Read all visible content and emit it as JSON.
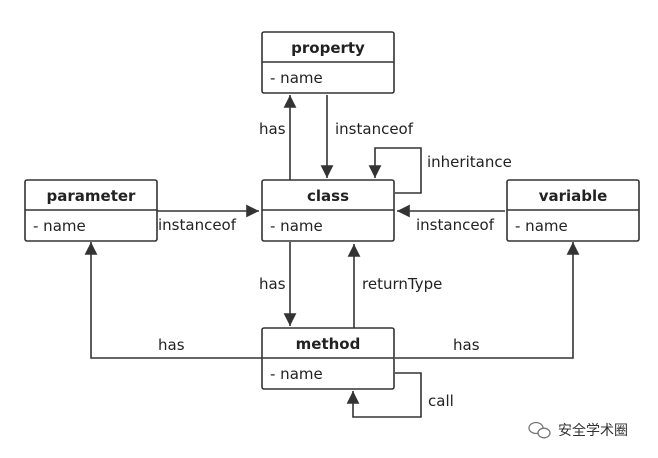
{
  "classes": {
    "property": {
      "title": "property",
      "attr": "- name"
    },
    "class": {
      "title": "class",
      "attr": "- name"
    },
    "parameter": {
      "title": "parameter",
      "attr": "- name"
    },
    "variable": {
      "title": "variable",
      "attr": "- name"
    },
    "method": {
      "title": "method",
      "attr": "- name"
    }
  },
  "edges": {
    "class_has_property": "has",
    "property_instanceof_class": "instanceof",
    "class_inheritance": "inheritance",
    "parameter_instanceof_class": "instanceof",
    "variable_instanceof_class": "instanceof",
    "class_has_method": "has",
    "method_returntype_class": "returnType",
    "method_has_parameter": "has",
    "method_has_variable": "has",
    "method_call": "call"
  },
  "watermark": {
    "text": "安全学术圈"
  },
  "colors": {
    "line": "#333333",
    "box_fill": "#ffffff",
    "text": "#222222"
  }
}
